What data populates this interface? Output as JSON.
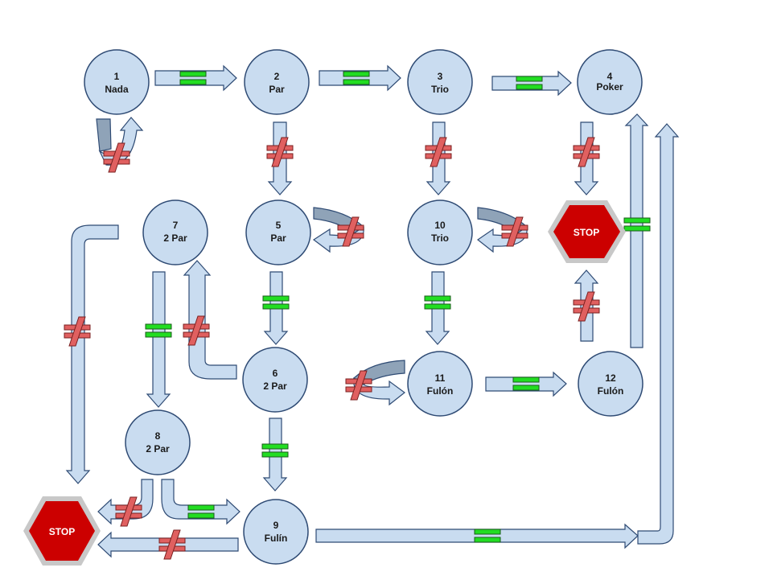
{
  "colors": {
    "node_fill": "#c9dcf0",
    "node_stroke": "#2f4b74",
    "arrow_fill": "#c9dcf0",
    "arrow_stroke": "#2f4b74",
    "grey_arrow": "#8fa3b8",
    "equal_sign": "#22dd22",
    "not_equal_sign": "#e06060",
    "stop_fill": "#cc0000",
    "stop_ring": "#c8c8c8"
  },
  "nodes": [
    {
      "id": 1,
      "number": "1",
      "label": "Nada"
    },
    {
      "id": 2,
      "number": "2",
      "label": "Par"
    },
    {
      "id": 3,
      "number": "3",
      "label": "Trio"
    },
    {
      "id": 4,
      "number": "4",
      "label": "Poker"
    },
    {
      "id": 5,
      "number": "5",
      "label": "Par"
    },
    {
      "id": 6,
      "number": "6",
      "label": "2 Par"
    },
    {
      "id": 7,
      "number": "7",
      "label": "2 Par"
    },
    {
      "id": 8,
      "number": "8",
      "label": "2 Par"
    },
    {
      "id": 9,
      "number": "9",
      "label": "Fulín"
    },
    {
      "id": 10,
      "number": "10",
      "label": "Trio"
    },
    {
      "id": 11,
      "number": "11",
      "label": "Fulón"
    },
    {
      "id": 12,
      "number": "12",
      "label": "Fulón"
    }
  ],
  "stops": [
    {
      "id": "stop-right",
      "label": "STOP"
    },
    {
      "id": "stop-left",
      "label": "STOP"
    }
  ],
  "edges": [
    {
      "from": "1",
      "to": "2",
      "condition": "equal"
    },
    {
      "from": "2",
      "to": "3",
      "condition": "equal"
    },
    {
      "from": "3",
      "to": "4",
      "condition": "equal"
    },
    {
      "from": "1",
      "to": "1",
      "condition": "not-equal"
    },
    {
      "from": "2",
      "to": "5",
      "condition": "not-equal"
    },
    {
      "from": "3",
      "to": "10",
      "condition": "not-equal"
    },
    {
      "from": "4",
      "to": "STOP",
      "condition": "not-equal"
    },
    {
      "from": "5",
      "to": "5",
      "condition": "not-equal"
    },
    {
      "from": "10",
      "to": "10",
      "condition": "not-equal"
    },
    {
      "from": "12",
      "to": "STOP",
      "condition": "not-equal"
    },
    {
      "from": "12",
      "to": "4",
      "condition": "equal"
    },
    {
      "from": "5",
      "to": "6",
      "condition": "equal"
    },
    {
      "from": "10",
      "to": "11",
      "condition": "equal"
    },
    {
      "from": "11",
      "to": "11",
      "condition": "not-equal"
    },
    {
      "from": "11",
      "to": "12",
      "condition": "equal"
    },
    {
      "from": "6",
      "to": "7",
      "condition": "not-equal"
    },
    {
      "from": "7",
      "to": "8",
      "condition": "equal"
    },
    {
      "from": "7",
      "to": "STOP",
      "condition": "not-equal"
    },
    {
      "from": "6",
      "to": "9",
      "condition": "equal"
    },
    {
      "from": "8",
      "to": "STOP",
      "condition": "not-equal"
    },
    {
      "from": "8",
      "to": "9",
      "condition": "equal"
    },
    {
      "from": "9",
      "to": "STOP",
      "condition": "not-equal"
    },
    {
      "from": "9",
      "to": "4",
      "condition": "equal"
    }
  ]
}
